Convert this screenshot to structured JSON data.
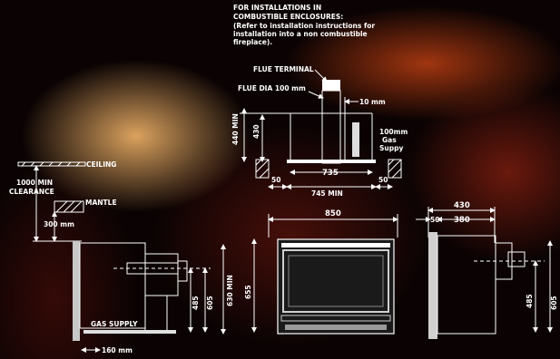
{
  "notes": {
    "line1": "FOR INSTALLATIONS IN",
    "line2": "COMBUSTIBLE ENCLOSURES:",
    "line3": "(Refer to installation instructions for",
    "line4": "installation into a non combustible",
    "line5": "fireplace)."
  },
  "top_view": {
    "flue_terminal": "FLUE TERMINAL",
    "flue_dia": "FLUE DIA 100 mm",
    "ten_mm": "10 mm",
    "gas_line1": "100mm",
    "gas_line2": "Gas",
    "gas_line3": "Suppy",
    "min_440": "440 MIN",
    "dim_430": "430",
    "dim_735": "735",
    "dim_745": "745 MIN",
    "dim_50_left": "50",
    "dim_50_right": "50"
  },
  "side_view": {
    "ceiling": "CEILING",
    "clearance_1": "1000 MIN",
    "clearance_2": "CLEARANCE",
    "mantle": "MANTLE",
    "dim_300": "300 mm",
    "gas_supply": "GAS SUPPLY",
    "dim_160": "160 mm",
    "dim_485": "485",
    "dim_605": "605",
    "dim_630": "630 MIN"
  },
  "front_view": {
    "dim_850": "850",
    "dim_655": "655"
  },
  "right_view": {
    "dim_430": "430",
    "dim_380": "380",
    "dim_50": "50",
    "dim_485": "485",
    "dim_605": "605"
  }
}
